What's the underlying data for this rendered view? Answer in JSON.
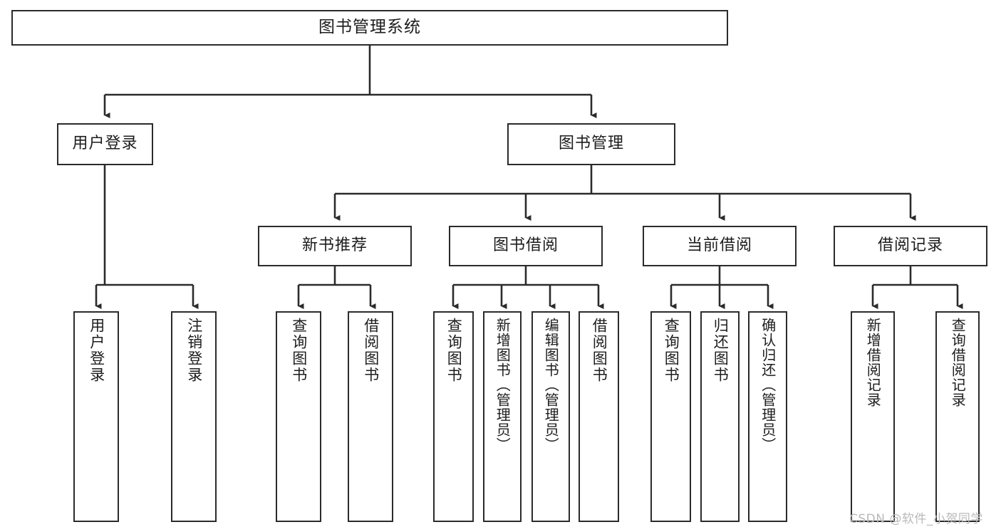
{
  "diagram": {
    "title": "图书管理系统",
    "type": "tree-hierarchy",
    "watermark": "CSDN @软件_小贺同学",
    "colors": {
      "box_border": "#2b2b2b",
      "box_fill": "#ffffff",
      "connector": "#2b2b2b",
      "text": "#1c1c1c",
      "watermark": "#b9b9b9",
      "background": "#ffffff"
    },
    "root": {
      "label": "图书管理系统"
    },
    "level2": [
      {
        "label": "用户登录"
      },
      {
        "label": "图书管理"
      }
    ],
    "level3": [
      {
        "label": "新书推荐"
      },
      {
        "label": "图书借阅"
      },
      {
        "label": "当前借阅"
      },
      {
        "label": "借阅记录"
      }
    ],
    "leaves": {
      "user_login": [
        {
          "label": "用户登录"
        },
        {
          "label": "注销登录"
        }
      ],
      "new_book_recommend": [
        {
          "label": "查询图书"
        },
        {
          "label": "借阅图书"
        }
      ],
      "book_borrow": [
        {
          "label": "查询图书"
        },
        {
          "label": "新增图书（管理员）"
        },
        {
          "label": "编辑图书（管理员）"
        },
        {
          "label": "借阅图书"
        }
      ],
      "current_borrow": [
        {
          "label": "查询图书"
        },
        {
          "label": "归还图书"
        },
        {
          "label": "确认归还（管理员）"
        }
      ],
      "borrow_record": [
        {
          "label": "新增借阅记录"
        },
        {
          "label": "查询借阅记录"
        }
      ]
    }
  }
}
